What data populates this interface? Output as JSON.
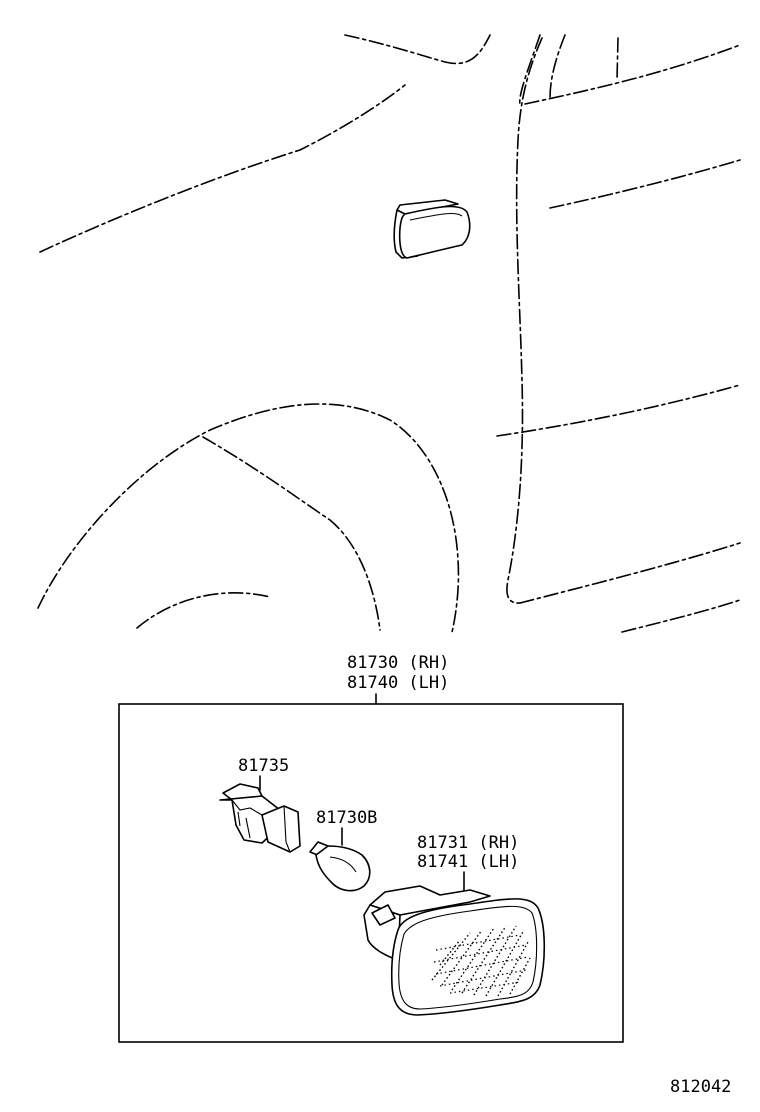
{
  "diagram": {
    "assembly_label_line1": "81730 (RH)",
    "assembly_label_line2": "81740 (LH)",
    "socket_label": "81735",
    "bulb_label": "81730B",
    "lens_label_line1": "81731 (RH)",
    "lens_label_line2": "81741 (LH)",
    "figure_number": "812042"
  },
  "icons": {
    "vehicle_outline": "car-front-fender-outline-icon",
    "side_marker_on_car": "side-turn-signal-lamp-icon",
    "socket": "bulb-socket-icon",
    "bulb": "wedge-bulb-icon",
    "lens": "side-marker-lens-icon"
  }
}
